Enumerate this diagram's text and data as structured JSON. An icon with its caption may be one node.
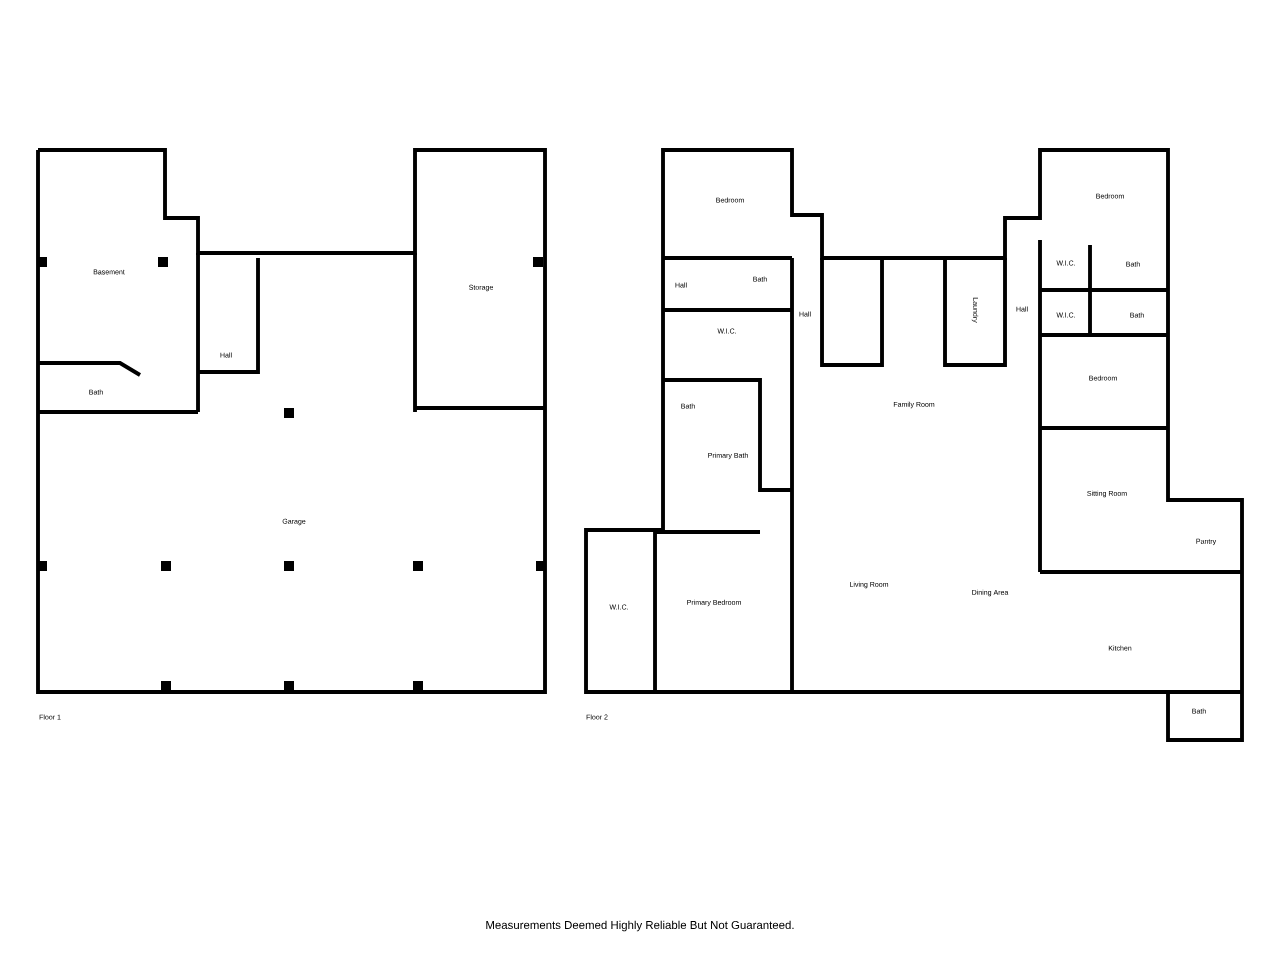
{
  "diagram": {
    "labels": [
      "Basement",
      "Storage",
      "Hall",
      "Bath",
      "Garage",
      "Floor 1",
      "Bedroom",
      "Bedroom",
      "Hall",
      "Bath",
      "W.I.C.",
      "Bath",
      "Hall",
      "Laundry",
      "Hall",
      "W.I.C.",
      "Bath",
      "W.I.C.",
      "Bedroom",
      "Family Room",
      "Bath",
      "Primary Bath",
      "Sitting Room",
      "Pantry",
      "Living Room",
      "Dining Area",
      "W.I.C.",
      "Primary Bedroom",
      "Kitchen",
      "Bath",
      "Floor 2",
      "Measurements Deemed Highly Reliable But Not Guaranteed."
    ]
  }
}
